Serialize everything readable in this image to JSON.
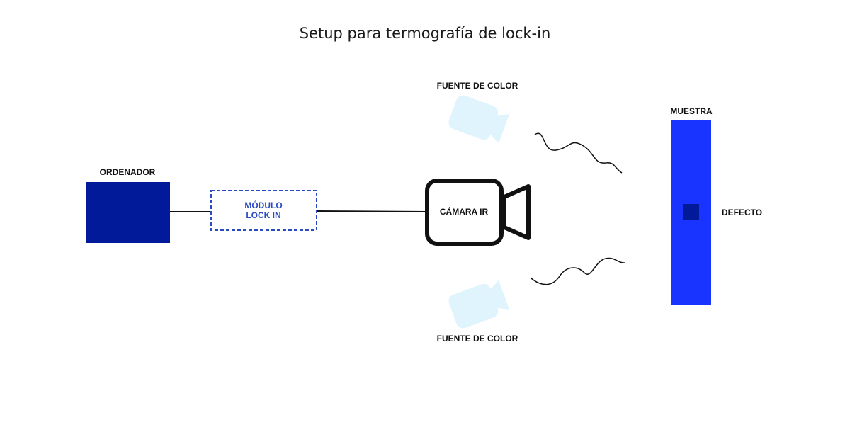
{
  "title": "Setup para termografía de lock-in",
  "colors": {
    "computer": "#001a99",
    "module_border": "#2b4bc2",
    "module_text": "#2b4bc2",
    "camera_stroke": "#111111",
    "light_source": "#dff4fc",
    "sample": "#1a34ff",
    "defect": "#001a99",
    "wire": "#111111"
  },
  "nodes": {
    "computer": {
      "label": "ORDENADOR"
    },
    "lock_in_module": {
      "line1": "MÓDULO",
      "line2": "LOCK IN"
    },
    "ir_camera": {
      "label": "CÁMARA IR",
      "icon": "video-camera-icon"
    },
    "light_source_top": {
      "label": "FUENTE DE COLOR",
      "icon": "video-camera-icon"
    },
    "light_source_bottom": {
      "label": "FUENTE DE COLOR",
      "icon": "video-camera-icon"
    },
    "sample": {
      "label": "MUESTRA"
    },
    "defect": {
      "label": "DEFECTO"
    }
  }
}
